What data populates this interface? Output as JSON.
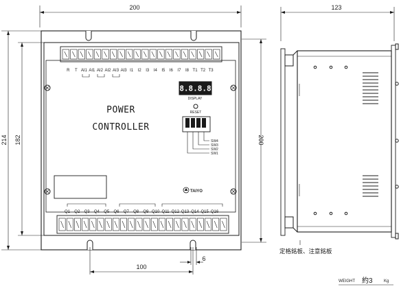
{
  "front_view": {
    "dim_width": "200",
    "dim_height_outer": "214",
    "dim_height_inner": "182",
    "dim_height_right": "200",
    "dim_bottom": "100",
    "dim_slot": "6",
    "title_line1": "POWER",
    "title_line2": "CONTROLLER",
    "display_label": "DISPLAY",
    "display_digits": "8.8.8.8",
    "reset_label": "RESET",
    "switch_labels": [
      "SW4",
      "SW3",
      "SW2",
      "SW1"
    ],
    "brand": "TAIYO",
    "top_terminal_labels": [
      "R",
      "T",
      "AI1",
      "AI1",
      "AI2",
      "AI2",
      "AI3",
      "AI3",
      "I1",
      "I2",
      "I3",
      "I4",
      "I5",
      "I6",
      "I7",
      "I8",
      "T1",
      "T2",
      "T3"
    ],
    "bottom_terminal_labels": [
      "Q1",
      "Q2",
      "Q3",
      "Q4",
      "Q5",
      "Q6",
      "Q7",
      "Q8",
      "Q9",
      "Q10",
      "Q11",
      "Q12",
      "Q13",
      "Q14",
      "Q15",
      "Q16"
    ]
  },
  "side_view": {
    "dim_depth": "123",
    "plate_note": "定格銘板、注意銘板"
  },
  "weight": {
    "label": "WEIGHT",
    "value": "約3",
    "unit": "Kg"
  }
}
